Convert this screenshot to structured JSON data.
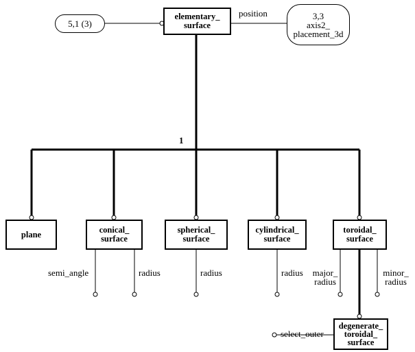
{
  "diagram": {
    "root": {
      "line1": "elementary_",
      "line2": "surface"
    },
    "ref_left": "5,1 (3)",
    "ref_right": {
      "line1": "3,3",
      "line2": "axis2_",
      "line3": "placement_3d"
    },
    "position_label": "position",
    "cardinality": "1",
    "subtypes": [
      {
        "line1": "plane",
        "line2": ""
      },
      {
        "line1": "conical_",
        "line2": "surface"
      },
      {
        "line1": "spherical_",
        "line2": "surface"
      },
      {
        "line1": "cylindrical_",
        "line2": "surface"
      },
      {
        "line1": "toroidal_",
        "line2": "surface"
      }
    ],
    "attributes": {
      "conical_semi_angle": "semi_angle",
      "conical_radius": "radius",
      "spherical_radius": "radius",
      "cylindrical_radius": "radius",
      "toroidal_major": {
        "line1": "major_",
        "line2": "radius"
      },
      "toroidal_minor": {
        "line1": "minor_",
        "line2": "radius"
      }
    },
    "degenerate": {
      "line1": "degenerate_",
      "line2": "toroidal_",
      "line3": "surface"
    },
    "select_outer": "select_outer"
  }
}
